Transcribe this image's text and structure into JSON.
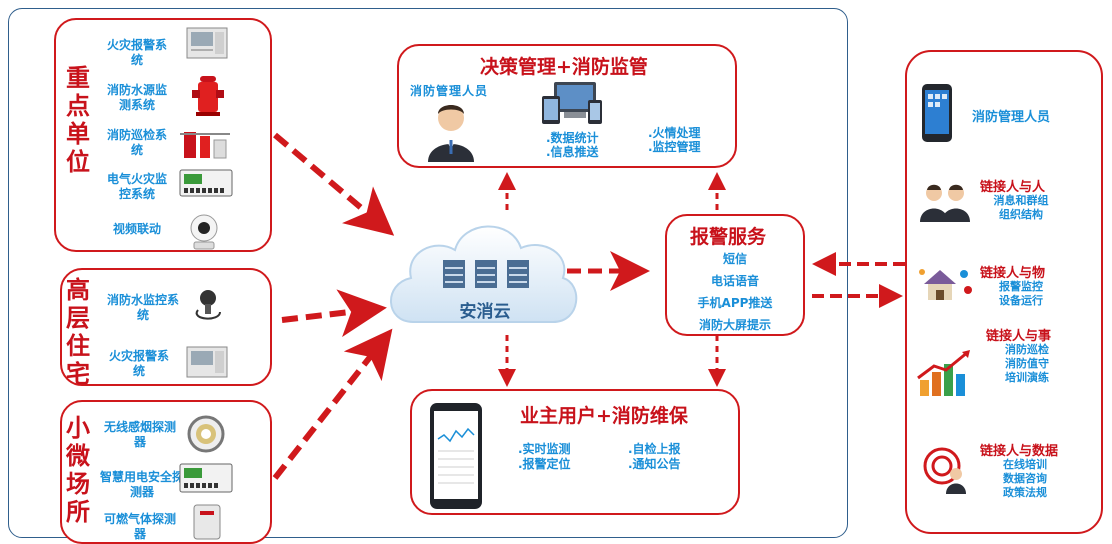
{
  "groups": {
    "key_units": {
      "title": "重点单位",
      "items": [
        "火灾报警系统",
        "消防水源监测系统",
        "消防巡检系统",
        "电气火灾监控系统",
        "视频联动"
      ]
    },
    "high_rise": {
      "title": "高层住宅",
      "items": [
        "消防水监控系统",
        "火灾报警系统"
      ]
    },
    "small_venues": {
      "title": "小微场所",
      "items": [
        "无线感烟探测器",
        "智慧用电安全探测器",
        "可燃气体探测器"
      ]
    }
  },
  "cloud": {
    "label": "安消云"
  },
  "decision": {
    "title": "决策管理+消防监管",
    "person_label": "消防管理人员",
    "features_left": [
      ".数据统计",
      ".信息推送"
    ],
    "features_right": [
      ".火情处理",
      ".监控管理"
    ]
  },
  "owner": {
    "title": "业主用户+消防维保",
    "features_left": [
      ".实时监测",
      ".报警定位"
    ],
    "features_right": [
      ".自检上报",
      ".通知公告"
    ]
  },
  "alarm": {
    "title": "报警服务",
    "items": [
      "短信",
      "电话语音",
      "手机APP推送",
      "消防大屏提示"
    ]
  },
  "right_panel": {
    "top_label": "消防管理人员",
    "links": [
      {
        "title": "链接人与人",
        "items": [
          "消息和群组",
          "组织结构"
        ]
      },
      {
        "title": "链接人与物",
        "items": [
          "报警监控",
          "设备运行"
        ]
      },
      {
        "title": "链接人与事",
        "items": [
          "消防巡检",
          "消防值守",
          "培训演练"
        ]
      },
      {
        "title": "链接人与数据",
        "items": [
          "在线培训",
          "数据咨询",
          "政策法规"
        ]
      }
    ]
  },
  "colors": {
    "red": "#d0191c",
    "blue": "#1a8fd8",
    "frame": "#2f5e8c"
  }
}
